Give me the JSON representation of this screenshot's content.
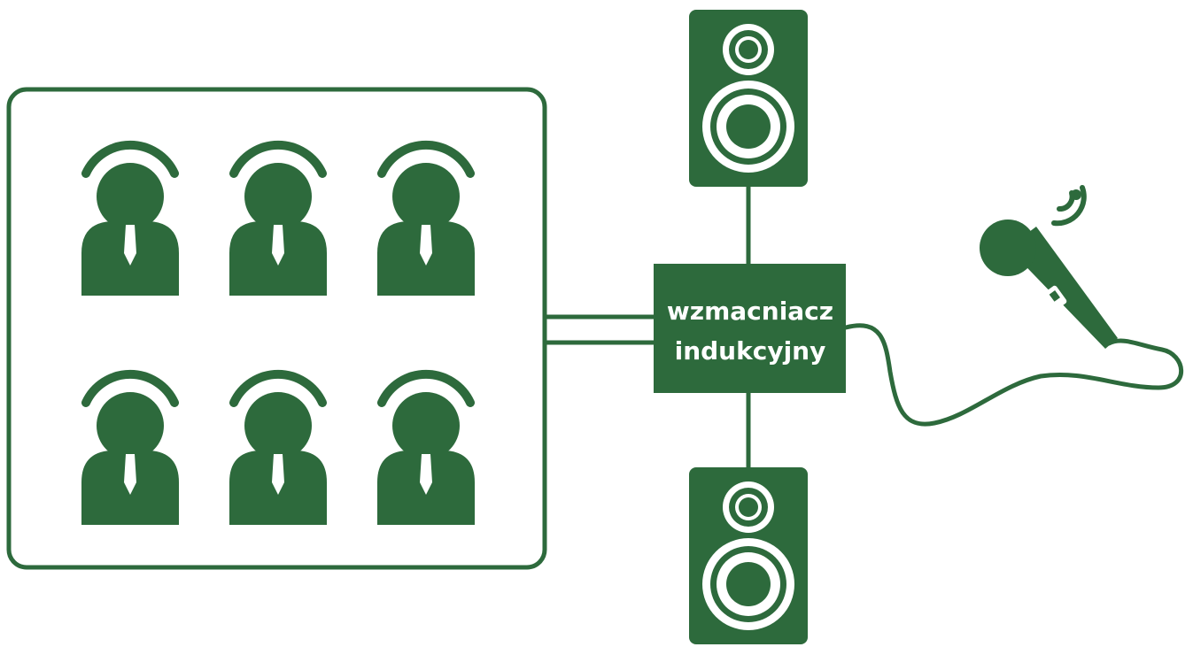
{
  "colors": {
    "primary_green": "#2d6a3c",
    "background": "#ffffff",
    "text_on_green": "#ffffff"
  },
  "amplifier": {
    "line1": "wzmacniacz",
    "line2": "indukcyjny"
  },
  "listeners": {
    "count": 6,
    "icon": "person-with-headphones-icon"
  },
  "speakers": {
    "count": 2,
    "icon": "speaker-icon"
  },
  "microphone": {
    "icon": "wireless-microphone-icon"
  }
}
